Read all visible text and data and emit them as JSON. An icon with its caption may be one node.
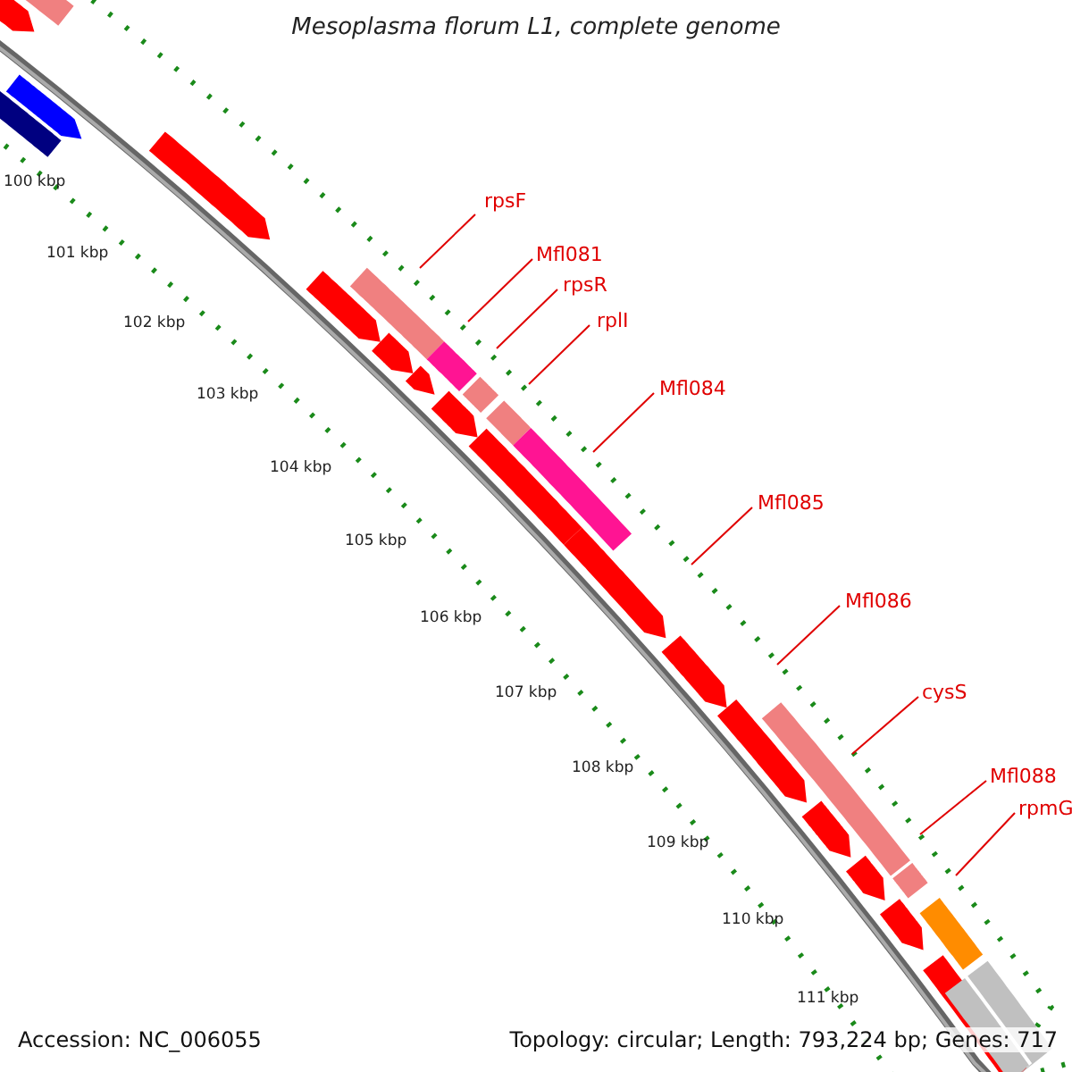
{
  "diagram": {
    "title": "Mesoplasma florum L1, complete genome",
    "nodes": [
      {
        "text": [
          "rpsF"
        ]
      },
      {
        "text": [
          "Mfl081"
        ]
      },
      {
        "text": [
          "rpsR"
        ]
      },
      {
        "text": [
          "rplI"
        ]
      },
      {
        "text": [
          "Mfl084"
        ]
      },
      {
        "text": [
          "Mfl085"
        ]
      },
      {
        "text": [
          "Mfl086"
        ]
      },
      {
        "text": [
          "cysS"
        ]
      },
      {
        "text": [
          "Mfl088"
        ]
      },
      {
        "text": [
          "rpmG"
        ]
      }
    ],
    "edges": [
      {
        "from": 0,
        "to": null,
        "arrow": "none"
      },
      {
        "from": 1,
        "to": null,
        "arrow": "none"
      },
      {
        "from": 2,
        "to": null,
        "arrow": "none"
      },
      {
        "from": 3,
        "to": null,
        "arrow": "none"
      },
      {
        "from": 4,
        "to": null,
        "arrow": "none"
      },
      {
        "from": 5,
        "to": null,
        "arrow": "none"
      },
      {
        "from": 6,
        "to": null,
        "arrow": "none"
      },
      {
        "from": 7,
        "to": null,
        "arrow": "none"
      },
      {
        "from": 8,
        "to": null,
        "arrow": "none"
      },
      {
        "from": 9,
        "to": null,
        "arrow": "none"
      }
    ],
    "labels": [
      "100 kbp",
      "101 kbp",
      "102 kbp",
      "103 kbp",
      "104 kbp",
      "105 kbp",
      "106 kbp",
      "107 kbp",
      "108 kbp",
      "109 kbp",
      "110 kbp",
      "111 kbp",
      "Accession: NC_006055",
      "Topology: circular; Length: 793,224 bp; Genes: 717"
    ]
  }
}
